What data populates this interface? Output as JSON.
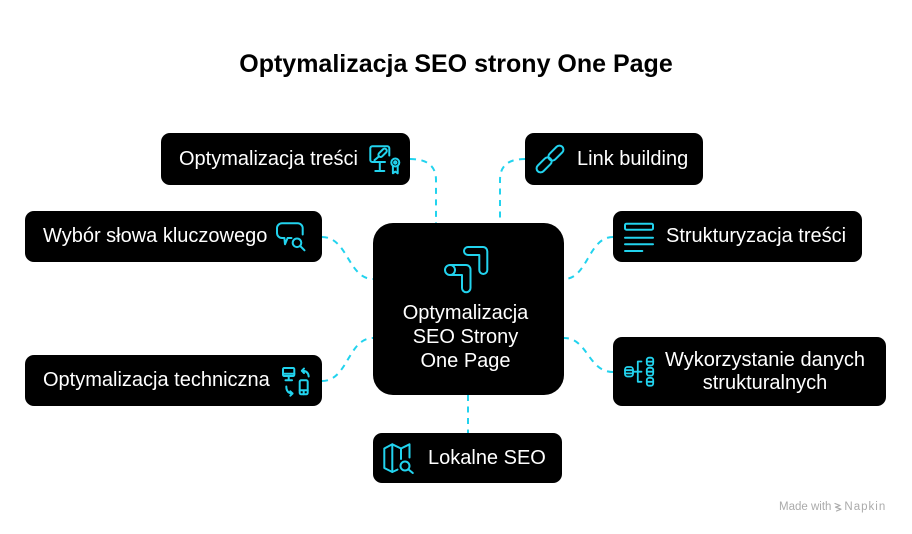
{
  "title": "Optymalizacja SEO strony One Page",
  "colors": {
    "accent": "#22d3ee",
    "node_background": "#000000",
    "node_text": "#ffffff",
    "title_text": "#000000",
    "page_background": "#ffffff",
    "watermark_text": "#ababab"
  },
  "hub": {
    "label": "Optymalizacja SEO Strony One Page",
    "icon": "analytics-icon"
  },
  "nodes": [
    {
      "label": "Optymalizacja treści",
      "icon": "presentation-award-icon"
    },
    {
      "label": "Link building",
      "icon": "link-icon"
    },
    {
      "label": "Wybór słowa kluczowego",
      "icon": "chat-search-icon"
    },
    {
      "label": "Strukturyzacja treści",
      "icon": "list-structure-icon"
    },
    {
      "label": "Optymalizacja techniczna",
      "icon": "device-sync-icon"
    },
    {
      "label": "Wykorzystanie danych strukturalnych",
      "icon": "database-schema-icon"
    },
    {
      "label": "Lokalne SEO",
      "icon": "map-search-icon"
    }
  ],
  "watermark": {
    "prefix": "Made with",
    "brand": "Napkin",
    "logo_icon": "napkin-logo-icon"
  }
}
